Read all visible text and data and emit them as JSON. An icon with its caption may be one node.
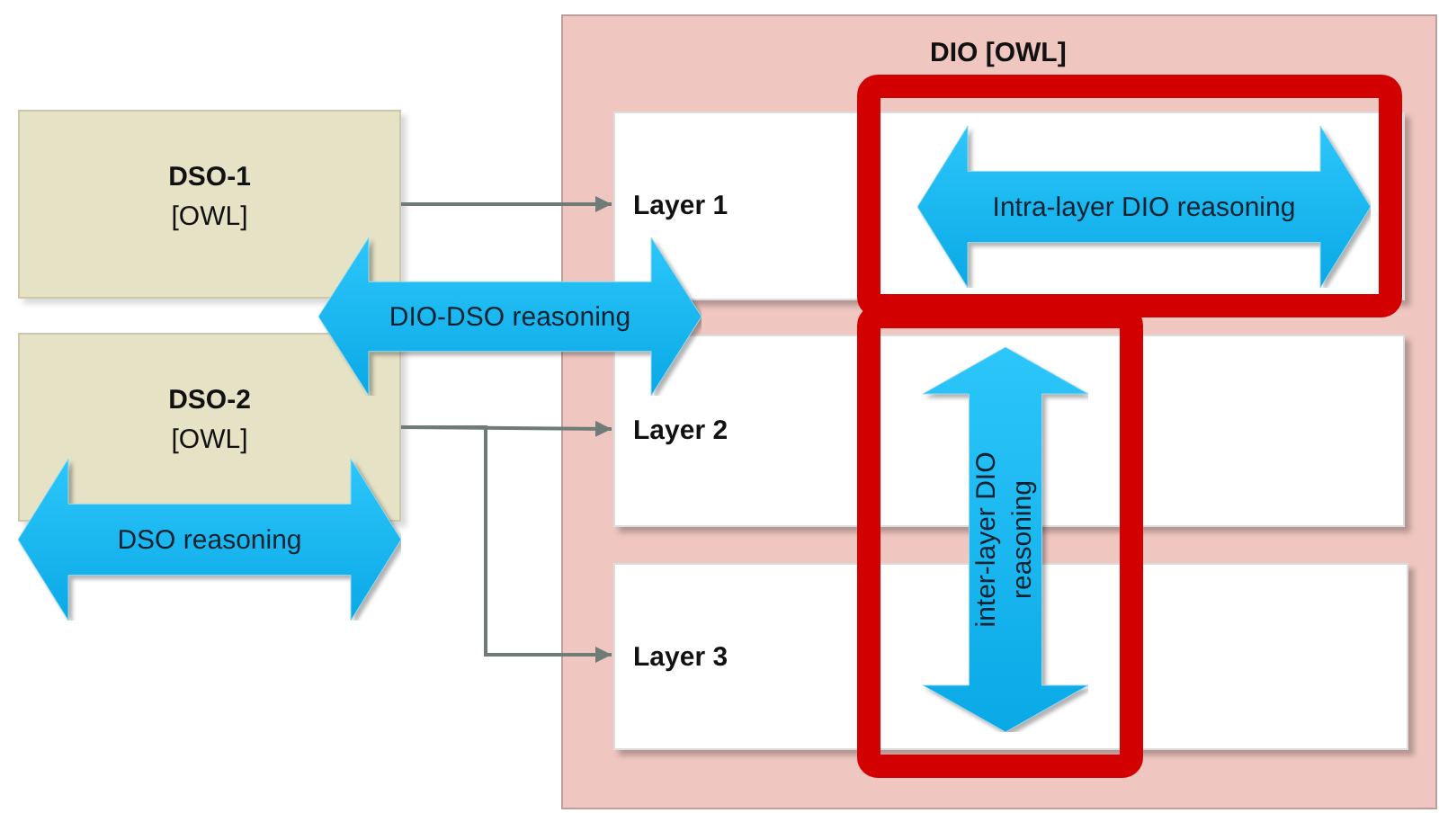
{
  "diagram": {
    "nodes": [
      {
        "text": [
          "DSO-1",
          "[OWL]"
        ]
      },
      {
        "text": [
          "DIO-DSO reasoning"
        ]
      },
      {
        "text": [
          "DSO-2",
          "[OWL]"
        ]
      },
      {
        "text": [
          "DSO reasoning"
        ]
      },
      {
        "text": [
          "DIO [OWL]"
        ]
      },
      {
        "text": [
          "Layer 1"
        ],
        "in": 4
      },
      {
        "text": [
          "Intra-layer DIO reasoning"
        ],
        "in": 5
      },
      {
        "text": [
          "Layer 2"
        ],
        "in": 4
      },
      {
        "text": [
          "Layer 3"
        ],
        "in": 4
      },
      {
        "text": [
          "inter-layer DIO reasoning"
        ],
        "in": 4
      }
    ],
    "edges": [
      {
        "from": 0,
        "to": 5,
        "arrow": "to"
      },
      {
        "from": 2,
        "to": 7,
        "arrow": "to"
      },
      {
        "from": 2,
        "to": 8,
        "arrow": "to"
      }
    ]
  }
}
